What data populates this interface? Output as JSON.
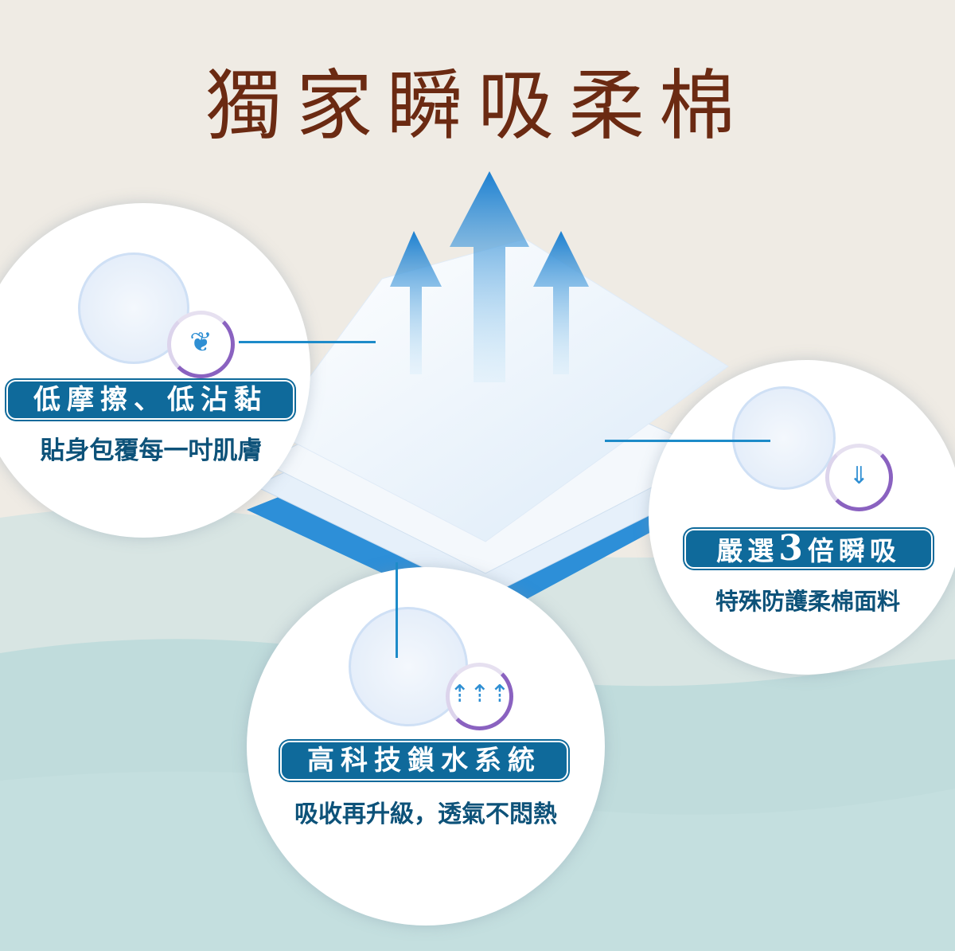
{
  "title": "獨家瞬吸柔棉",
  "features": [
    {
      "badge": "低摩擦、低沾黏",
      "subtitle": "貼身包覆每一吋肌膚",
      "icon": "leaf-icon"
    },
    {
      "badge_prefix": "嚴選",
      "badge_number": "3",
      "badge_suffix": "倍瞬吸",
      "subtitle": "特殊防護柔棉面料",
      "icon": "water-drop-icon"
    },
    {
      "badge": "高科技鎖水系統",
      "subtitle": "吸收再升級，透氣不悶熱",
      "icon": "airflow-arrows-icon"
    }
  ],
  "colors": {
    "title": "#6b2a12",
    "badge": "#0f6a9b",
    "subtitle": "#0d5279",
    "accent": "#1d8bc9"
  }
}
